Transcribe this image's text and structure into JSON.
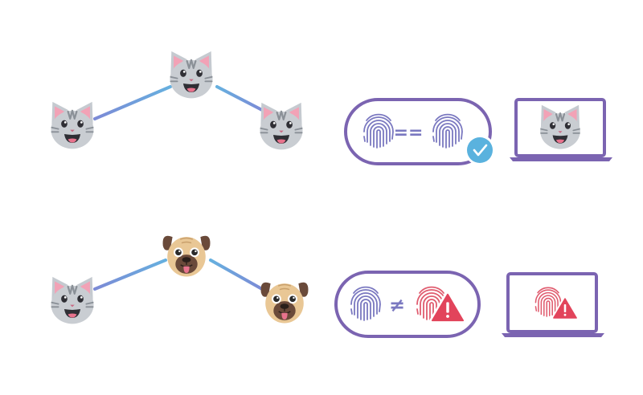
{
  "colors": {
    "frame": "#7b64b1",
    "link_start": "#7c8ad6",
    "link_end": "#66b0df",
    "fingerprint": "#7a78c0",
    "fingerprint_bad": "#e05c6f",
    "check_badge": "#5ab2de",
    "warning": "#e2445b",
    "cat_fur": "#c9cdd2",
    "cat_stripes": "#8a9097",
    "dog_fur": "#e9c795",
    "dog_muzzle": "#6a4a3a"
  },
  "rows": [
    {
      "id": "legit",
      "nodes": [
        {
          "animal": "cat",
          "icon": "cat-face-icon"
        },
        {
          "animal": "cat",
          "icon": "cat-face-icon"
        },
        {
          "animal": "cat",
          "icon": "cat-face-icon"
        }
      ],
      "comparison": {
        "operator": "==",
        "match": true,
        "badge_icon": "checkmark-badge-icon"
      },
      "screen": {
        "content": "cat",
        "icon": "cat-face-icon"
      }
    },
    {
      "id": "spoofed",
      "nodes": [
        {
          "animal": "cat",
          "icon": "cat-face-icon"
        },
        {
          "animal": "dog",
          "icon": "pug-face-icon"
        },
        {
          "animal": "dog",
          "icon": "pug-face-icon"
        }
      ],
      "comparison": {
        "operator": "≠",
        "match": false,
        "badge_icon": "warning-triangle-icon"
      },
      "screen": {
        "content": "warning-fingerprint",
        "icon": "warning-triangle-icon"
      }
    }
  ]
}
